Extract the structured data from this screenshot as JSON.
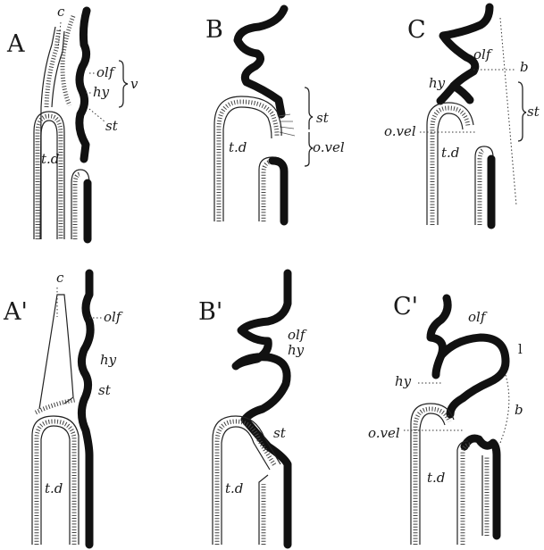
{
  "panels": {
    "A": {
      "letter": "A",
      "c": "c",
      "olf": "olf",
      "hy": "hy",
      "v": "v",
      "st": "st",
      "td": "t.d"
    },
    "B": {
      "letter": "B",
      "st": "st",
      "ovel": "o.vel",
      "td": "t.d"
    },
    "C": {
      "letter": "C",
      "olf": "olf",
      "b": "b",
      "hy": "hy",
      "st": "st",
      "ovel": "o.vel",
      "td": "t.d"
    },
    "A2": {
      "letter": "A'",
      "c": "c",
      "olf": "olf",
      "hy": "hy",
      "st": "st",
      "td": "t.d"
    },
    "B2": {
      "letter": "B'",
      "olf": "olf",
      "hy": "hy",
      "st": "st",
      "td": "t.d"
    },
    "C2": {
      "letter": "C'",
      "olf": "olf",
      "l": "l",
      "hy": "hy",
      "b": "b",
      "ovel": "o.vel",
      "td": "t.d"
    }
  }
}
